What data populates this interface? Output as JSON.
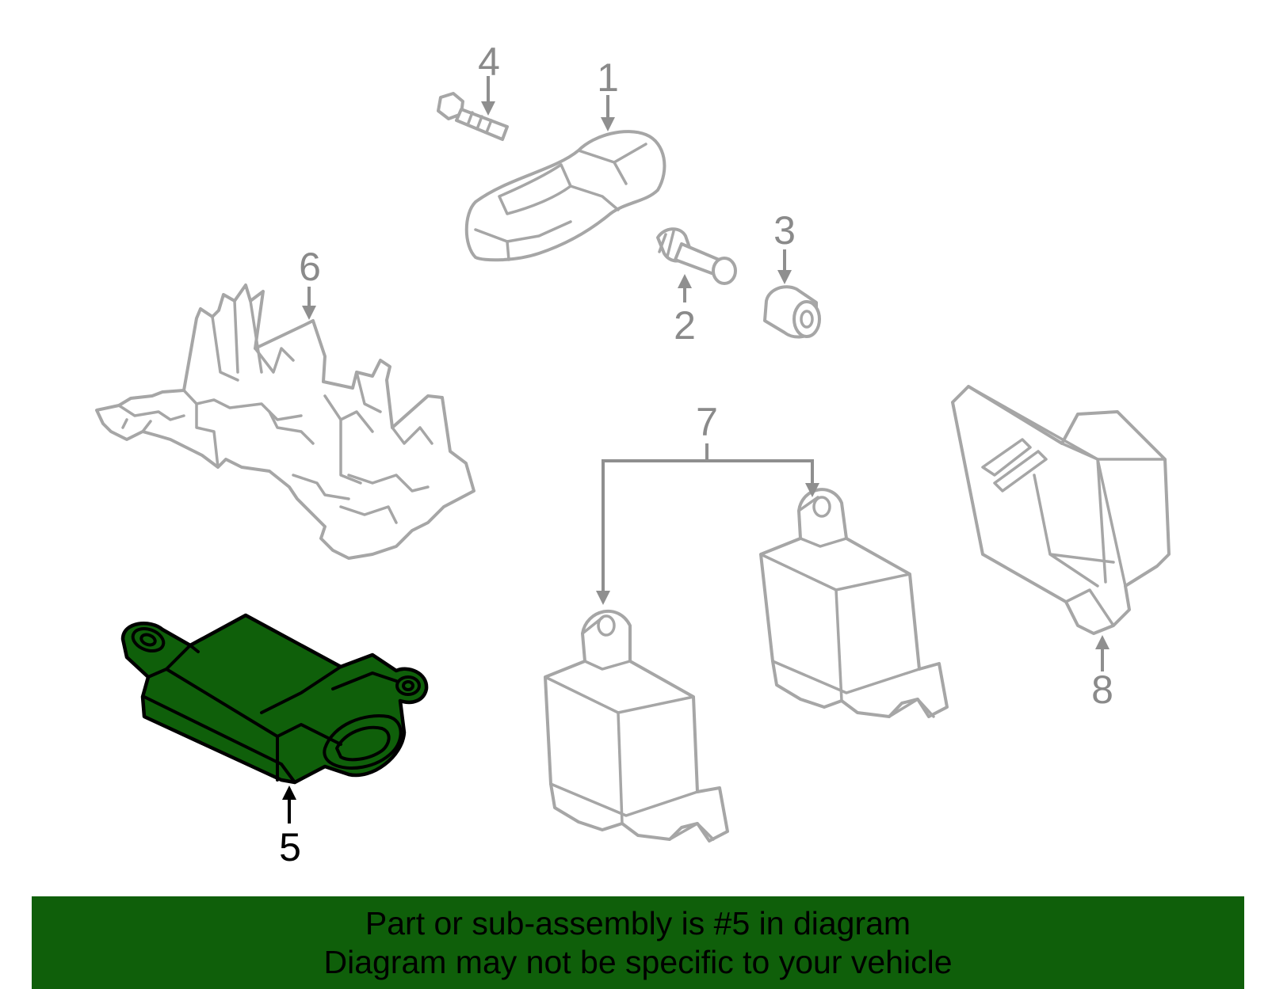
{
  "diagram": {
    "selected_callout": "5",
    "highlight_color": "#0f5f0a",
    "outline_color": "#a6a6a6",
    "callouts": {
      "c1": "1",
      "c2": "2",
      "c3": "3",
      "c4": "4",
      "c5": "5",
      "c6": "6",
      "c7": "7",
      "c8": "8"
    }
  },
  "banner": {
    "line1": "Part or sub-assembly is #5 in diagram",
    "line2": "Diagram may not be specific to your vehicle"
  }
}
